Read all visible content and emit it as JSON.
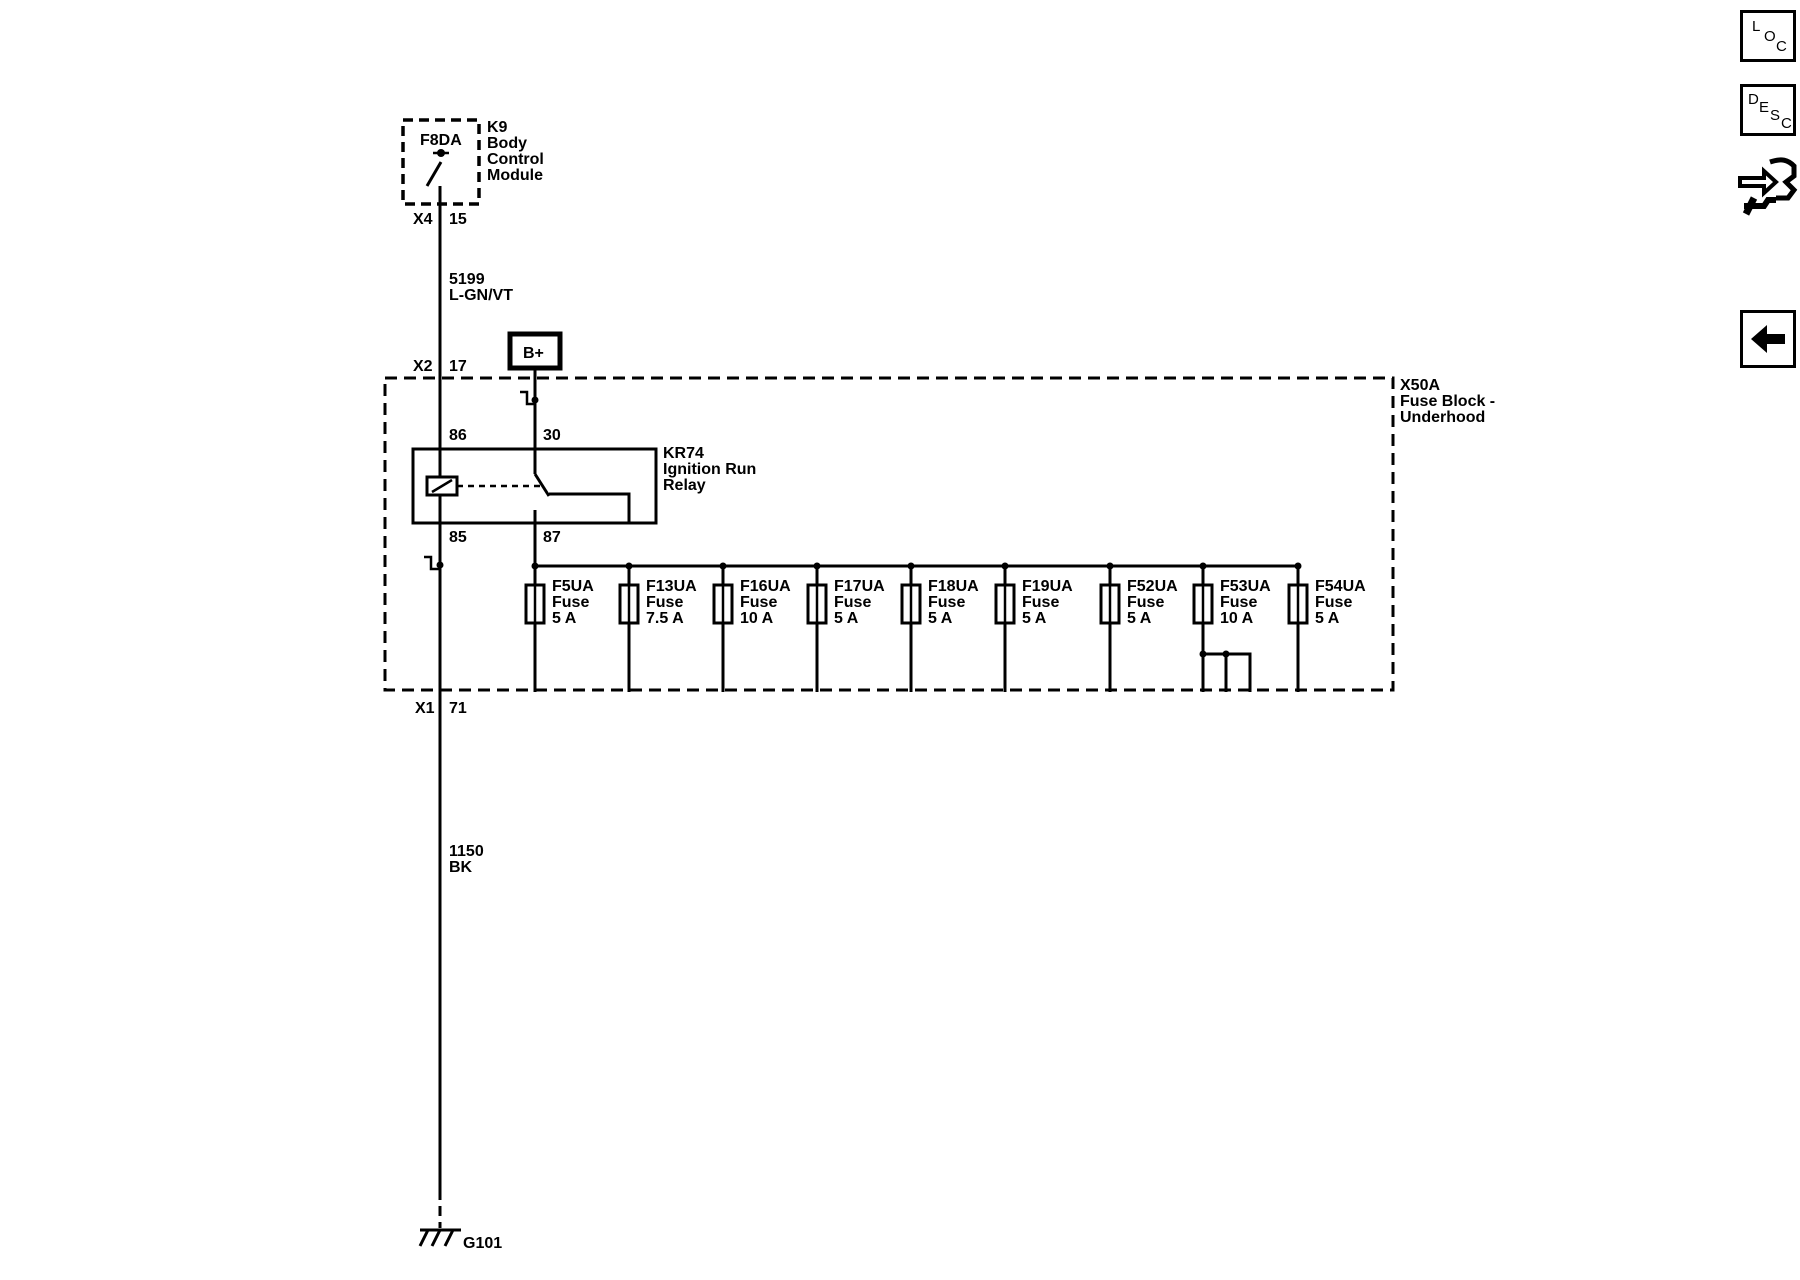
{
  "bcm": {
    "fuse_label": "F8DA",
    "name_lines": [
      "K9",
      "Body",
      "Control",
      "Module"
    ],
    "connector": "X4",
    "pin": "15"
  },
  "wire_top": {
    "circuit": "5199",
    "color": "L-GN/VT"
  },
  "bplus_label": "B+",
  "fuse_block": {
    "name_lines": [
      "X50A",
      "Fuse Block -",
      "Underhood"
    ],
    "in_connector": "X2",
    "in_pin": "17",
    "out_connector": "X1",
    "out_pin": "71"
  },
  "relay": {
    "name_lines": [
      "KR74",
      "Ignition Run",
      "Relay"
    ],
    "pin_86": "86",
    "pin_85": "85",
    "pin_30": "30",
    "pin_87": "87"
  },
  "fuses": [
    {
      "id": "F5UA",
      "type": "Fuse",
      "rating": "5 A"
    },
    {
      "id": "F13UA",
      "type": "Fuse",
      "rating": "7.5 A"
    },
    {
      "id": "F16UA",
      "type": "Fuse",
      "rating": "10 A"
    },
    {
      "id": "F17UA",
      "type": "Fuse",
      "rating": "5 A"
    },
    {
      "id": "F18UA",
      "type": "Fuse",
      "rating": "5 A"
    },
    {
      "id": "F19UA",
      "type": "Fuse",
      "rating": "5 A"
    },
    {
      "id": "F52UA",
      "type": "Fuse",
      "rating": "5 A"
    },
    {
      "id": "F53UA",
      "type": "Fuse",
      "rating": "10 A"
    },
    {
      "id": "F54UA",
      "type": "Fuse",
      "rating": "5 A"
    }
  ],
  "wire_bottom": {
    "circuit": "1150",
    "color": "BK"
  },
  "ground": "G101",
  "nav": {
    "loc": {
      "l1": "L",
      "l2": "O",
      "l3": "C",
      "icon": "location-icon"
    },
    "desc": {
      "l1": "D",
      "l2": "E",
      "l3": "S",
      "l4": "C",
      "icon": "description-icon"
    },
    "connector_icon": "connector-swap-icon",
    "back_icon": "back-arrow-icon"
  }
}
